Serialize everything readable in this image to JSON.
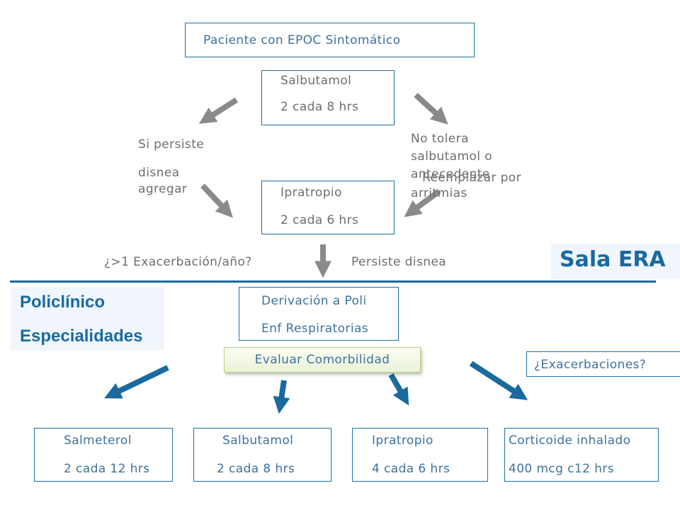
{
  "nodes": {
    "patient": "Paciente con EPOC Sintomático",
    "salbutamol_top": {
      "name": "Salbutamol",
      "dose": "2 cada 8 hrs"
    },
    "ipratropio_mid": {
      "name": "Ipratropio",
      "dose": "2 cada 6 hrs"
    },
    "derivacion": {
      "line1": "Derivación a Poli",
      "line2": "Enf Respiratorias"
    },
    "evaluar": "Evaluar Comorbilidad",
    "exacerbaciones": "¿Exacerbaciones?",
    "salmeterol": {
      "name": "Salmeterol",
      "dose": "2 cada 12 hrs"
    },
    "salbutamol_bottom": {
      "name": "Salbutamol",
      "dose": "2 cada 8 hrs"
    },
    "ipratropio_bottom": {
      "name": "Ipratropio",
      "dose": "4 cada 6 hrs"
    },
    "corticoide": {
      "name": "Corticoide inhalado",
      "dose": "400 mcg  c12 hrs"
    }
  },
  "labels": {
    "si_persiste_1": "Si persiste",
    "si_persiste_2": "disnea",
    "si_persiste_3": "agregar",
    "no_tolera_1": "No tolera",
    "no_tolera_2": "salbutamol o",
    "no_tolera_3": "antecedente",
    "no_tolera_4": "arritmias",
    "reemplazar": "Reemplazar por",
    "exacerbacion_q": "¿>1 Exacerbación/año?",
    "persiste_disnea": "Persiste disnea"
  },
  "sections": {
    "sala_era": "Sala ERA",
    "policlinico_1": "Policlínico",
    "policlinico_2": "Especialidades"
  },
  "colors": {
    "gray_arrow": "#8a8a8a",
    "blue_arrow": "#1a6aa0",
    "box_border": "#1d6fa0",
    "section_bg": "#f0f6fb",
    "evaluar_border": "#b7d37c"
  }
}
